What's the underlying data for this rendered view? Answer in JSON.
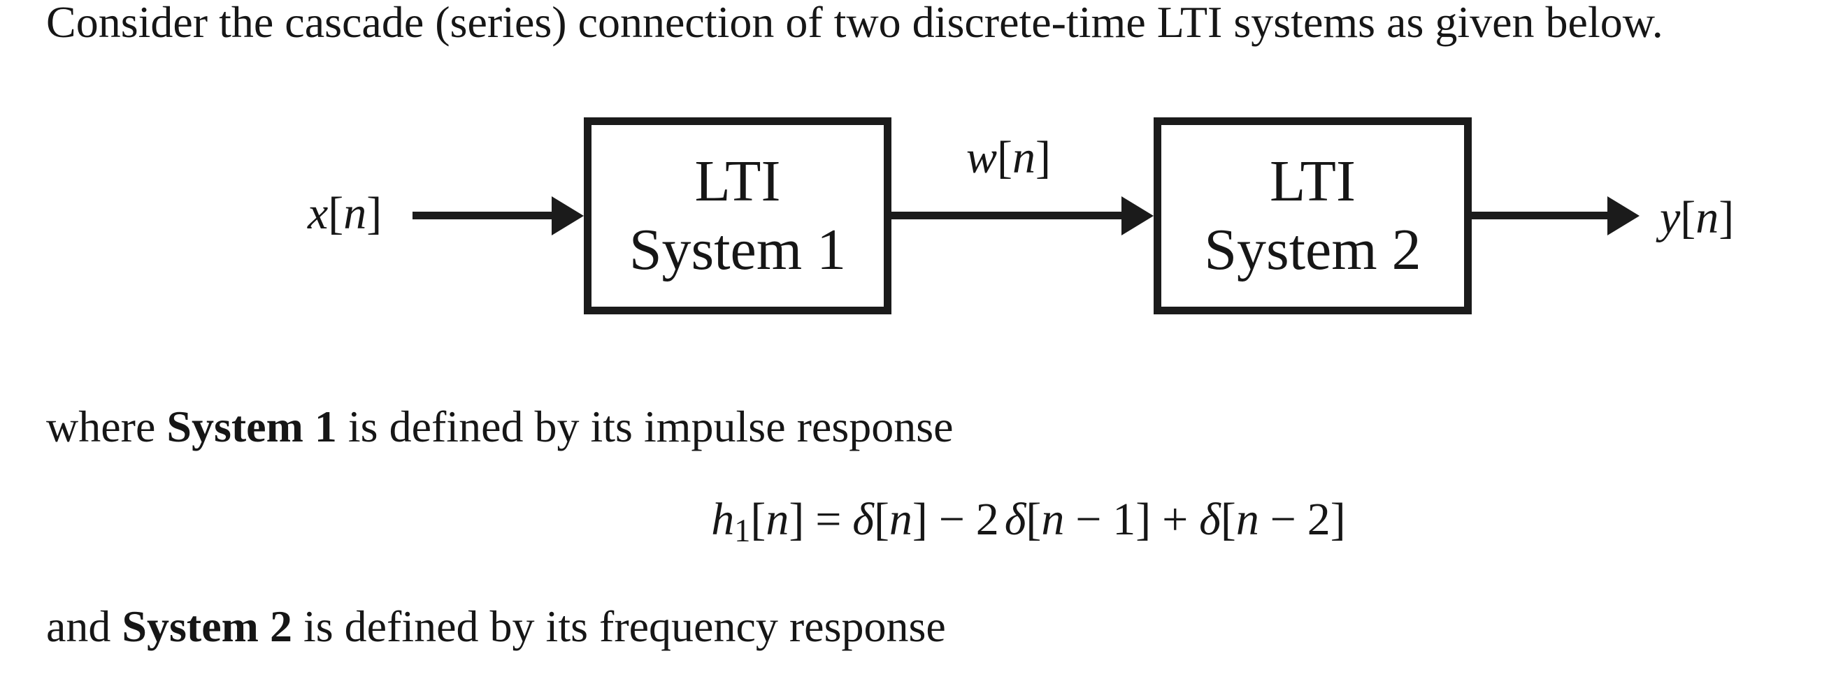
{
  "colors": {
    "text": "#161616",
    "background": "#ffffff",
    "stroke": "#1b1b1b"
  },
  "intro": {
    "text": "Consider the cascade (series) connection of two discrete-time LTI systems as given below."
  },
  "math": {
    "lb": "[",
    "rb": "]",
    "equals": "=",
    "minus": "−",
    "plus": "+"
  },
  "diagram": {
    "input": {
      "var": "x",
      "arg": "n"
    },
    "intermediate": {
      "var": "w",
      "arg": "n"
    },
    "output": {
      "var": "y",
      "arg": "n"
    },
    "box1": {
      "line1": "LTI",
      "line2": "System 1"
    },
    "box2": {
      "line1": "LTI",
      "line2": "System 2"
    }
  },
  "where_line": {
    "pre": "where ",
    "bold": "System 1",
    "post": " is defined by its impulse response"
  },
  "equation": {
    "text": "h₁[n] = δ[n] − 2δ[n − 1] + δ[n − 2]",
    "h": "h",
    "sub": "1",
    "n": "n",
    "delta": "δ",
    "coef": "2",
    "one": "1",
    "two": "2"
  },
  "and_line": {
    "pre": "and ",
    "bold": "System 2",
    "post": " is defined by its frequency response"
  }
}
